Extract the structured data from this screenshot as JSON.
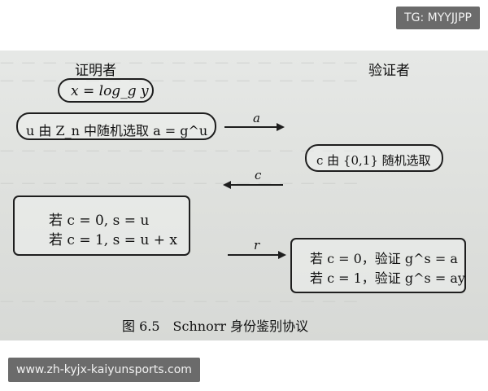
{
  "watermarks": {
    "top": "TG: MYYJJPP",
    "bottom": "www.zh-kyjx-kaiyunsports.com"
  },
  "diagram": {
    "prover_label": "证明者",
    "verifier_label": "验证者",
    "prover_steps": {
      "step1": "x = log_g y",
      "step2": "u 由 Z_n 中随机选取 a = g^u",
      "step3_line1": "若 c = 0, s = u",
      "step3_line2": "若 c = 1, s = u + x"
    },
    "verifier_steps": {
      "step1": "c 由 {0,1} 随机选取",
      "step2_line1": "若 c = 0，验证 g^s = a",
      "step2_line2": "若 c = 1，验证 g^s = ay"
    },
    "arrows": {
      "a": "a",
      "c": "c",
      "r": "r"
    },
    "caption": "图 6.5　Schnorr 身份鉴别协议"
  }
}
